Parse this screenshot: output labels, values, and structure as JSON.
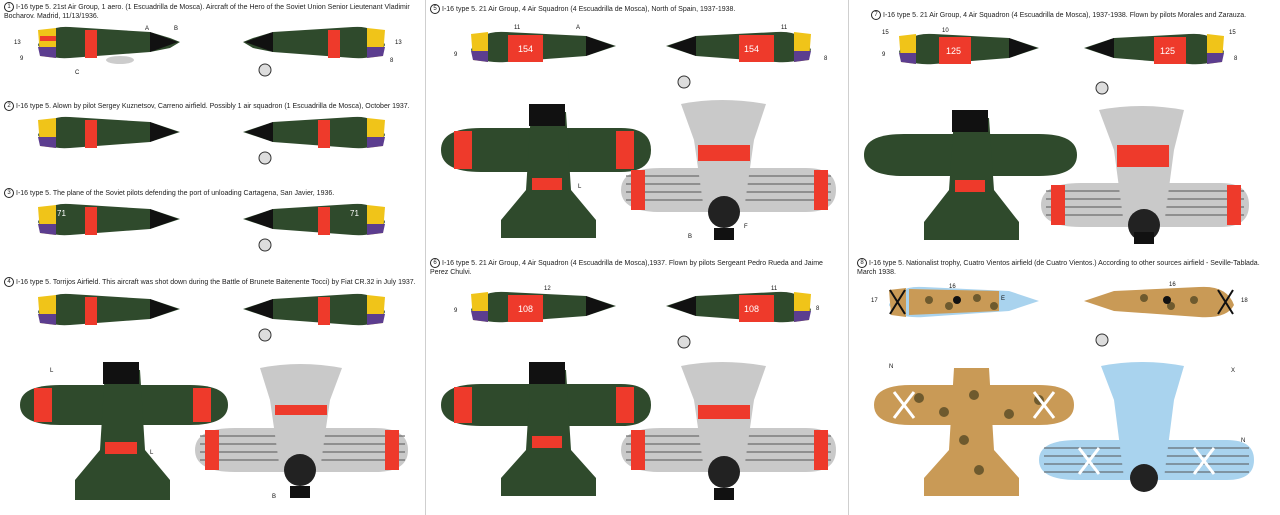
{
  "profiles": [
    {
      "num": "1",
      "text": "I-16 type 5. 21st Air Group, 1 aero. (1 Escuadrilla de Mosca). Aircraft of the Hero of the Soviet Union Senior Lieutenant Vladimir Bocharov. Madrid, 11/13/1936."
    },
    {
      "num": "2",
      "text": "I-16 type 5. Alown by pilot Sergey Kuznetsov, Carreno airfield. Possibly 1 air squadron (1 Escuadrilla de Mosca), October 1937."
    },
    {
      "num": "3",
      "text": "I-16 type 5. The plane of the Soviet pilots defending the port of unloading Cartagena, San Javier, 1936."
    },
    {
      "num": "4",
      "text": "I-16 type 5. Torrijos Airfield. This aircraft was shot down during the Battle of Brunete Baitenente Tocci) by Fiat CR.32 in July 1937."
    },
    {
      "num": "5",
      "text": "I-16 type 5. 21 Air Group, 4 Air Squadron (4 Escuadrilla de Mosca), North of Spain, 1937-1938."
    },
    {
      "num": "6",
      "text": "I-16 type 5. 21 Air Group, 4 Air Squadron (4 Escuadrilla de Mosca),1937. Flown by pilots Sergeant Pedro Rueda and Jaime Perez Chulvi."
    },
    {
      "num": "7",
      "text": "I-16 type 5. 21 Air Group, 4 Air Squadron (4 Escuadrilla de Mosca), 1937-1938. Flown by pilots Morales and Zarauza."
    },
    {
      "num": "8",
      "text": "I-16 type 5. Nationalist trophy, Cuatro Vientos airfield (de Cuatro Vientos.) According to other sources airfield - Seville-Tablada. March 1938."
    }
  ],
  "codes": {
    "p5": "154",
    "p6": "108",
    "p7": "125",
    "p3": "71"
  },
  "callouts": {
    "A": "A",
    "B": "B",
    "C": "C",
    "L": "L",
    "E": "E",
    "F": "F",
    "X": "X",
    "N": "N"
  },
  "colors": {
    "green": "#2f4a2c",
    "black": "#111111",
    "red": "#ee3a2b",
    "yellow": "#f0c419",
    "purple": "#5c3d8f",
    "gray": "#c9c9c9",
    "lightblue": "#a9d3ee",
    "tan": "#c99a56",
    "brown": "#6e5a2e"
  }
}
